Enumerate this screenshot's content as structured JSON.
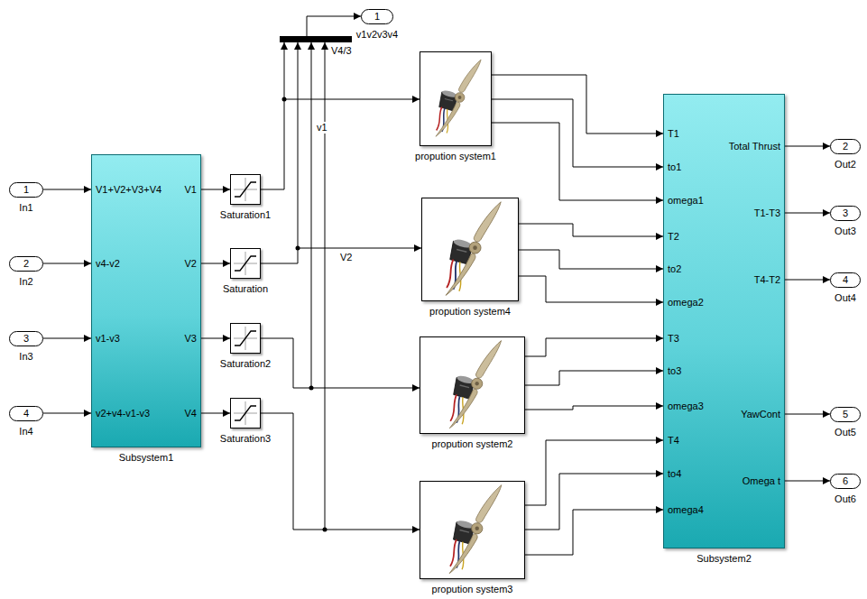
{
  "diagram": {
    "nodes": [
      {
        "text": [
          "1",
          "In1"
        ]
      },
      {
        "text": [
          "2",
          "In2"
        ]
      },
      {
        "text": [
          "3",
          "In3"
        ]
      },
      {
        "text": [
          "4",
          "In4"
        ]
      },
      {
        "text": [
          "V1+V2+V3+V4",
          "v4-v2",
          "v1-v3",
          "v2+v4-v1-v3",
          "V1",
          "V2",
          "V3",
          "V4",
          "Subsystem1"
        ]
      },
      {
        "text": [
          "Saturation1"
        ]
      },
      {
        "text": [
          "Saturation"
        ]
      },
      {
        "text": [
          "Saturation2"
        ]
      },
      {
        "text": [
          "Saturation3"
        ]
      },
      {
        "text": [
          "1",
          "v1v2v3v4"
        ]
      },
      {
        "text": [
          "propution system1"
        ]
      },
      {
        "text": [
          "propution system4"
        ]
      },
      {
        "text": [
          "propution system2"
        ]
      },
      {
        "text": [
          "propution system3"
        ]
      },
      {
        "text": [
          "T1",
          "to1",
          "omega1",
          "T2",
          "to2",
          "omega2",
          "T3",
          "to3",
          "omega3",
          "T4",
          "to4",
          "omega4",
          "Total Thrust",
          "T1-T3",
          "T4-T2",
          "YawCont",
          "Omega t",
          "Subsystem2"
        ]
      },
      {
        "text": [
          "2",
          "Out2"
        ]
      },
      {
        "text": [
          "3",
          "Out3"
        ]
      },
      {
        "text": [
          "4",
          "Out4"
        ]
      },
      {
        "text": [
          "5",
          "Out5"
        ]
      },
      {
        "text": [
          "6",
          "Out6"
        ]
      }
    ],
    "edges": [
      {
        "from": 0,
        "to": 4,
        "arrow": "to"
      },
      {
        "from": 1,
        "to": 4,
        "arrow": "to"
      },
      {
        "from": 2,
        "to": 4,
        "arrow": "to"
      },
      {
        "from": 3,
        "to": 4,
        "arrow": "to"
      },
      {
        "from": 4,
        "to": 5,
        "arrow": "to"
      },
      {
        "from": 4,
        "to": 6,
        "arrow": "to"
      },
      {
        "from": 4,
        "to": 7,
        "arrow": "to"
      },
      {
        "from": 4,
        "to": 8,
        "arrow": "to"
      },
      {
        "from": 5,
        "to": 10,
        "arrow": "to"
      },
      {
        "from": 6,
        "to": 11,
        "label": "V2",
        "arrow": "to"
      },
      {
        "from": 7,
        "to": 12,
        "arrow": "to"
      },
      {
        "from": 8,
        "to": 13,
        "arrow": "to"
      },
      {
        "from": 10,
        "to": 14,
        "arrow": "to"
      },
      {
        "from": 10,
        "to": 14,
        "arrow": "to"
      },
      {
        "from": 10,
        "to": 14,
        "arrow": "to"
      },
      {
        "from": 11,
        "to": 14,
        "arrow": "to"
      },
      {
        "from": 11,
        "to": 14,
        "arrow": "to"
      },
      {
        "from": 11,
        "to": 14,
        "arrow": "to"
      },
      {
        "from": 12,
        "to": 14,
        "arrow": "to"
      },
      {
        "from": 12,
        "to": 14,
        "arrow": "to"
      },
      {
        "from": 12,
        "to": 14,
        "arrow": "to"
      },
      {
        "from": 13,
        "to": 14,
        "arrow": "to"
      },
      {
        "from": 13,
        "to": 14,
        "arrow": "to"
      },
      {
        "from": 13,
        "to": 14,
        "arrow": "to"
      },
      {
        "from": 14,
        "to": 15,
        "arrow": "to"
      },
      {
        "from": 14,
        "to": 16,
        "arrow": "to"
      },
      {
        "from": 14,
        "to": 17,
        "arrow": "to"
      },
      {
        "from": 14,
        "to": 18,
        "arrow": "to"
      },
      {
        "from": 14,
        "to": 19,
        "arrow": "to"
      }
    ],
    "labels": [
      "v1",
      "V4/3"
    ]
  }
}
